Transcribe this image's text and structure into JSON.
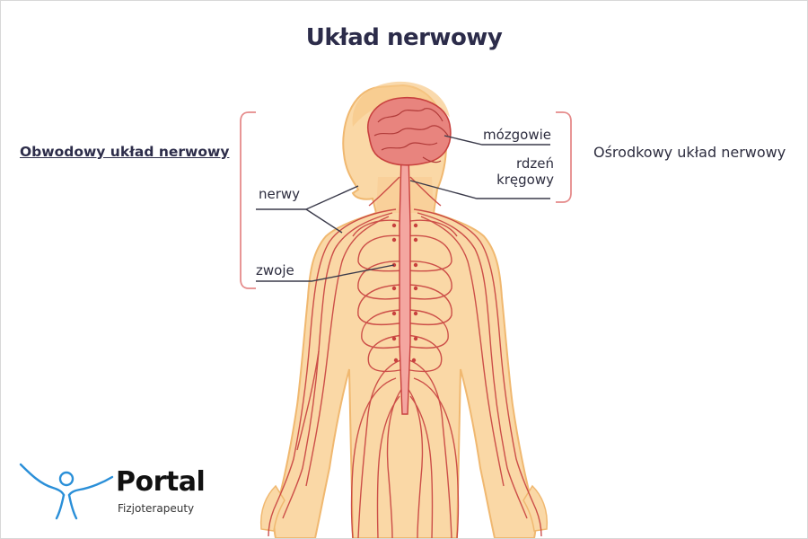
{
  "title": "Układ nerwowy",
  "labels": {
    "peripheral": "Obwodowy układ nerwowy",
    "central": "Ośrodkowy układ nerwowy",
    "brain": "mózgowie",
    "spinal_cord_line1": "rdzeń",
    "spinal_cord_line2": "kręgowy",
    "nerves": "nerwy",
    "ganglia": "zwoje"
  },
  "logo": {
    "name": "Portal",
    "subtitle": "Fizjoterapeuty"
  },
  "colors": {
    "skin": "#fad8a6",
    "skin_outline": "#f0b870",
    "nerve": "#c8403e",
    "brain": "#e8847e",
    "bracket": "#e58a8a",
    "leader": "#3a3a4a",
    "logo_blue": "#2a8fd8"
  }
}
